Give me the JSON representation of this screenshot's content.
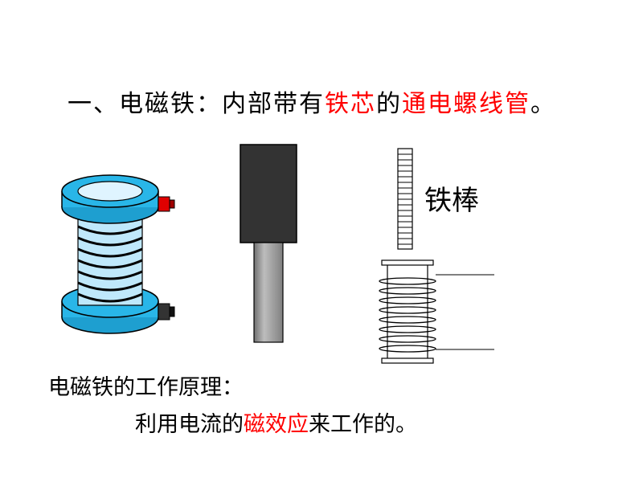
{
  "heading": {
    "prefix": "一、电磁铁：内部带有",
    "highlight1": "铁芯",
    "middle": "的",
    "highlight2": "通电螺线管",
    "suffix": "。"
  },
  "figures": {
    "rod_label": "铁棒"
  },
  "principle": {
    "label": "电磁铁的工作原理：",
    "prefix": "利用电流的",
    "highlight": "磁效应",
    "suffix": "来工作的。"
  },
  "colors": {
    "highlight": "#ff0000",
    "spool": "#29b6e8",
    "core_dark": "#333333",
    "rod": "#9a9a9a"
  }
}
